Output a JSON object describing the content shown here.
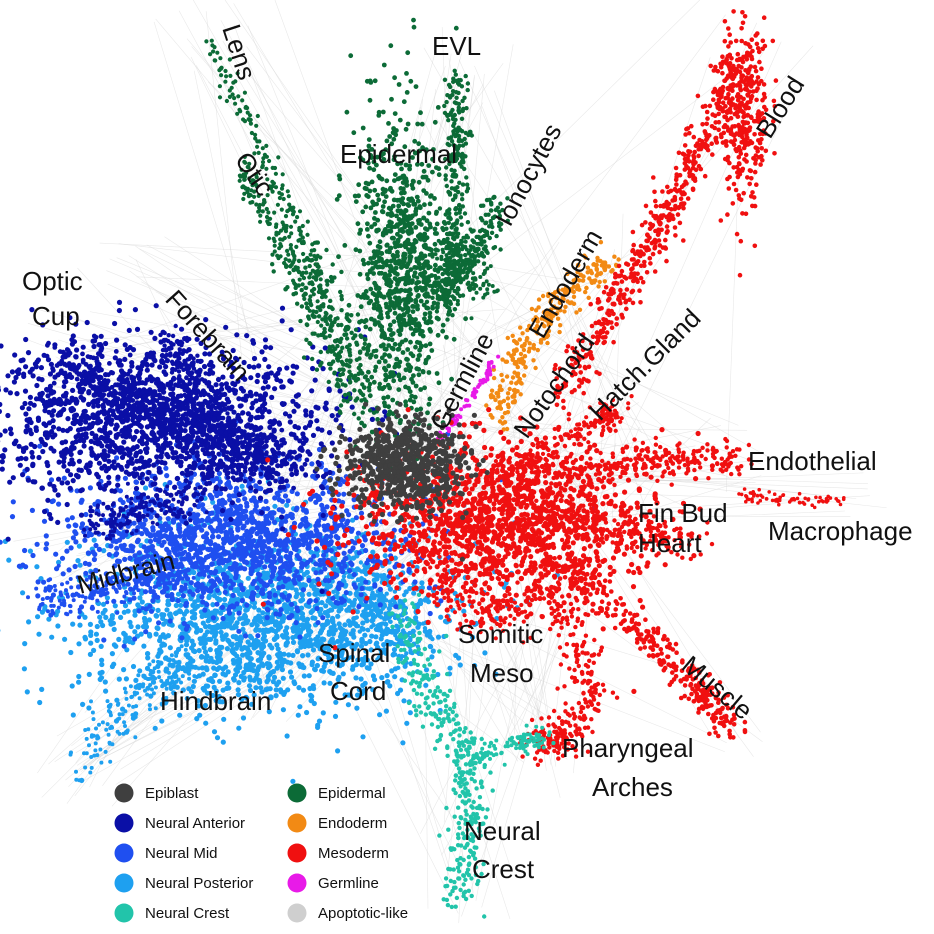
{
  "colors": {
    "epiblast": "#3f3f3f",
    "neural_anterior": "#0a0fa6",
    "neural_mid": "#1f4ff0",
    "neural_posterior": "#1ea0f0",
    "neural_crest": "#22c4aa",
    "epidermal": "#0c6b37",
    "endoderm": "#f28a14",
    "mesoderm": "#f01010",
    "germline": "#e81ae8",
    "apoptotic": "#cfcfcf"
  },
  "labels": {
    "lens": "Lens",
    "evl": "EVL",
    "blood": "Blood",
    "otic": "Otic",
    "epidermal": "Epidermal",
    "ionocytes": "Ionocytes",
    "endoderm": "Endoderm",
    "optic_cup_1": "Optic",
    "optic_cup_2": "Cup",
    "forebrain": "Forebrain",
    "germline": "Germline",
    "notochord": "Notochord",
    "hatch_gland": "Hatch.Gland",
    "endothelial": "Endothelial",
    "fin_bud": "Fin Bud",
    "heart": "Heart",
    "macrophage": "Macrophage",
    "midbrain": "Midbrain",
    "somitic_1": "Somitic",
    "somitic_2": "Meso",
    "spinal_1": "Spinal",
    "spinal_2": "Cord",
    "hindbrain": "Hindbrain",
    "muscle": "Muscle",
    "pharyngeal_1": "Pharyngeal",
    "pharyngeal_2": "Arches",
    "neural_crest_1": "Neural",
    "neural_crest_2": "Crest"
  },
  "legend": [
    {
      "key": "epiblast",
      "label": "Epiblast",
      "color": "#3f3f3f"
    },
    {
      "key": "neural_anterior",
      "label": "Neural Anterior",
      "color": "#0a0fa6"
    },
    {
      "key": "neural_mid",
      "label": "Neural Mid",
      "color": "#1f4ff0"
    },
    {
      "key": "neural_posterior",
      "label": "Neural Posterior",
      "color": "#1ea0f0"
    },
    {
      "key": "neural_crest",
      "label": "Neural Crest",
      "color": "#22c4aa"
    },
    {
      "key": "epidermal",
      "label": "Epidermal",
      "color": "#0c6b37"
    },
    {
      "key": "endoderm",
      "label": "Endoderm",
      "color": "#f28a14"
    },
    {
      "key": "mesoderm",
      "label": "Mesoderm",
      "color": "#f01010"
    },
    {
      "key": "germline",
      "label": "Germline",
      "color": "#e81ae8"
    },
    {
      "key": "apoptotic",
      "label": "Apoptotic-like",
      "color": "#cfcfcf"
    }
  ]
}
